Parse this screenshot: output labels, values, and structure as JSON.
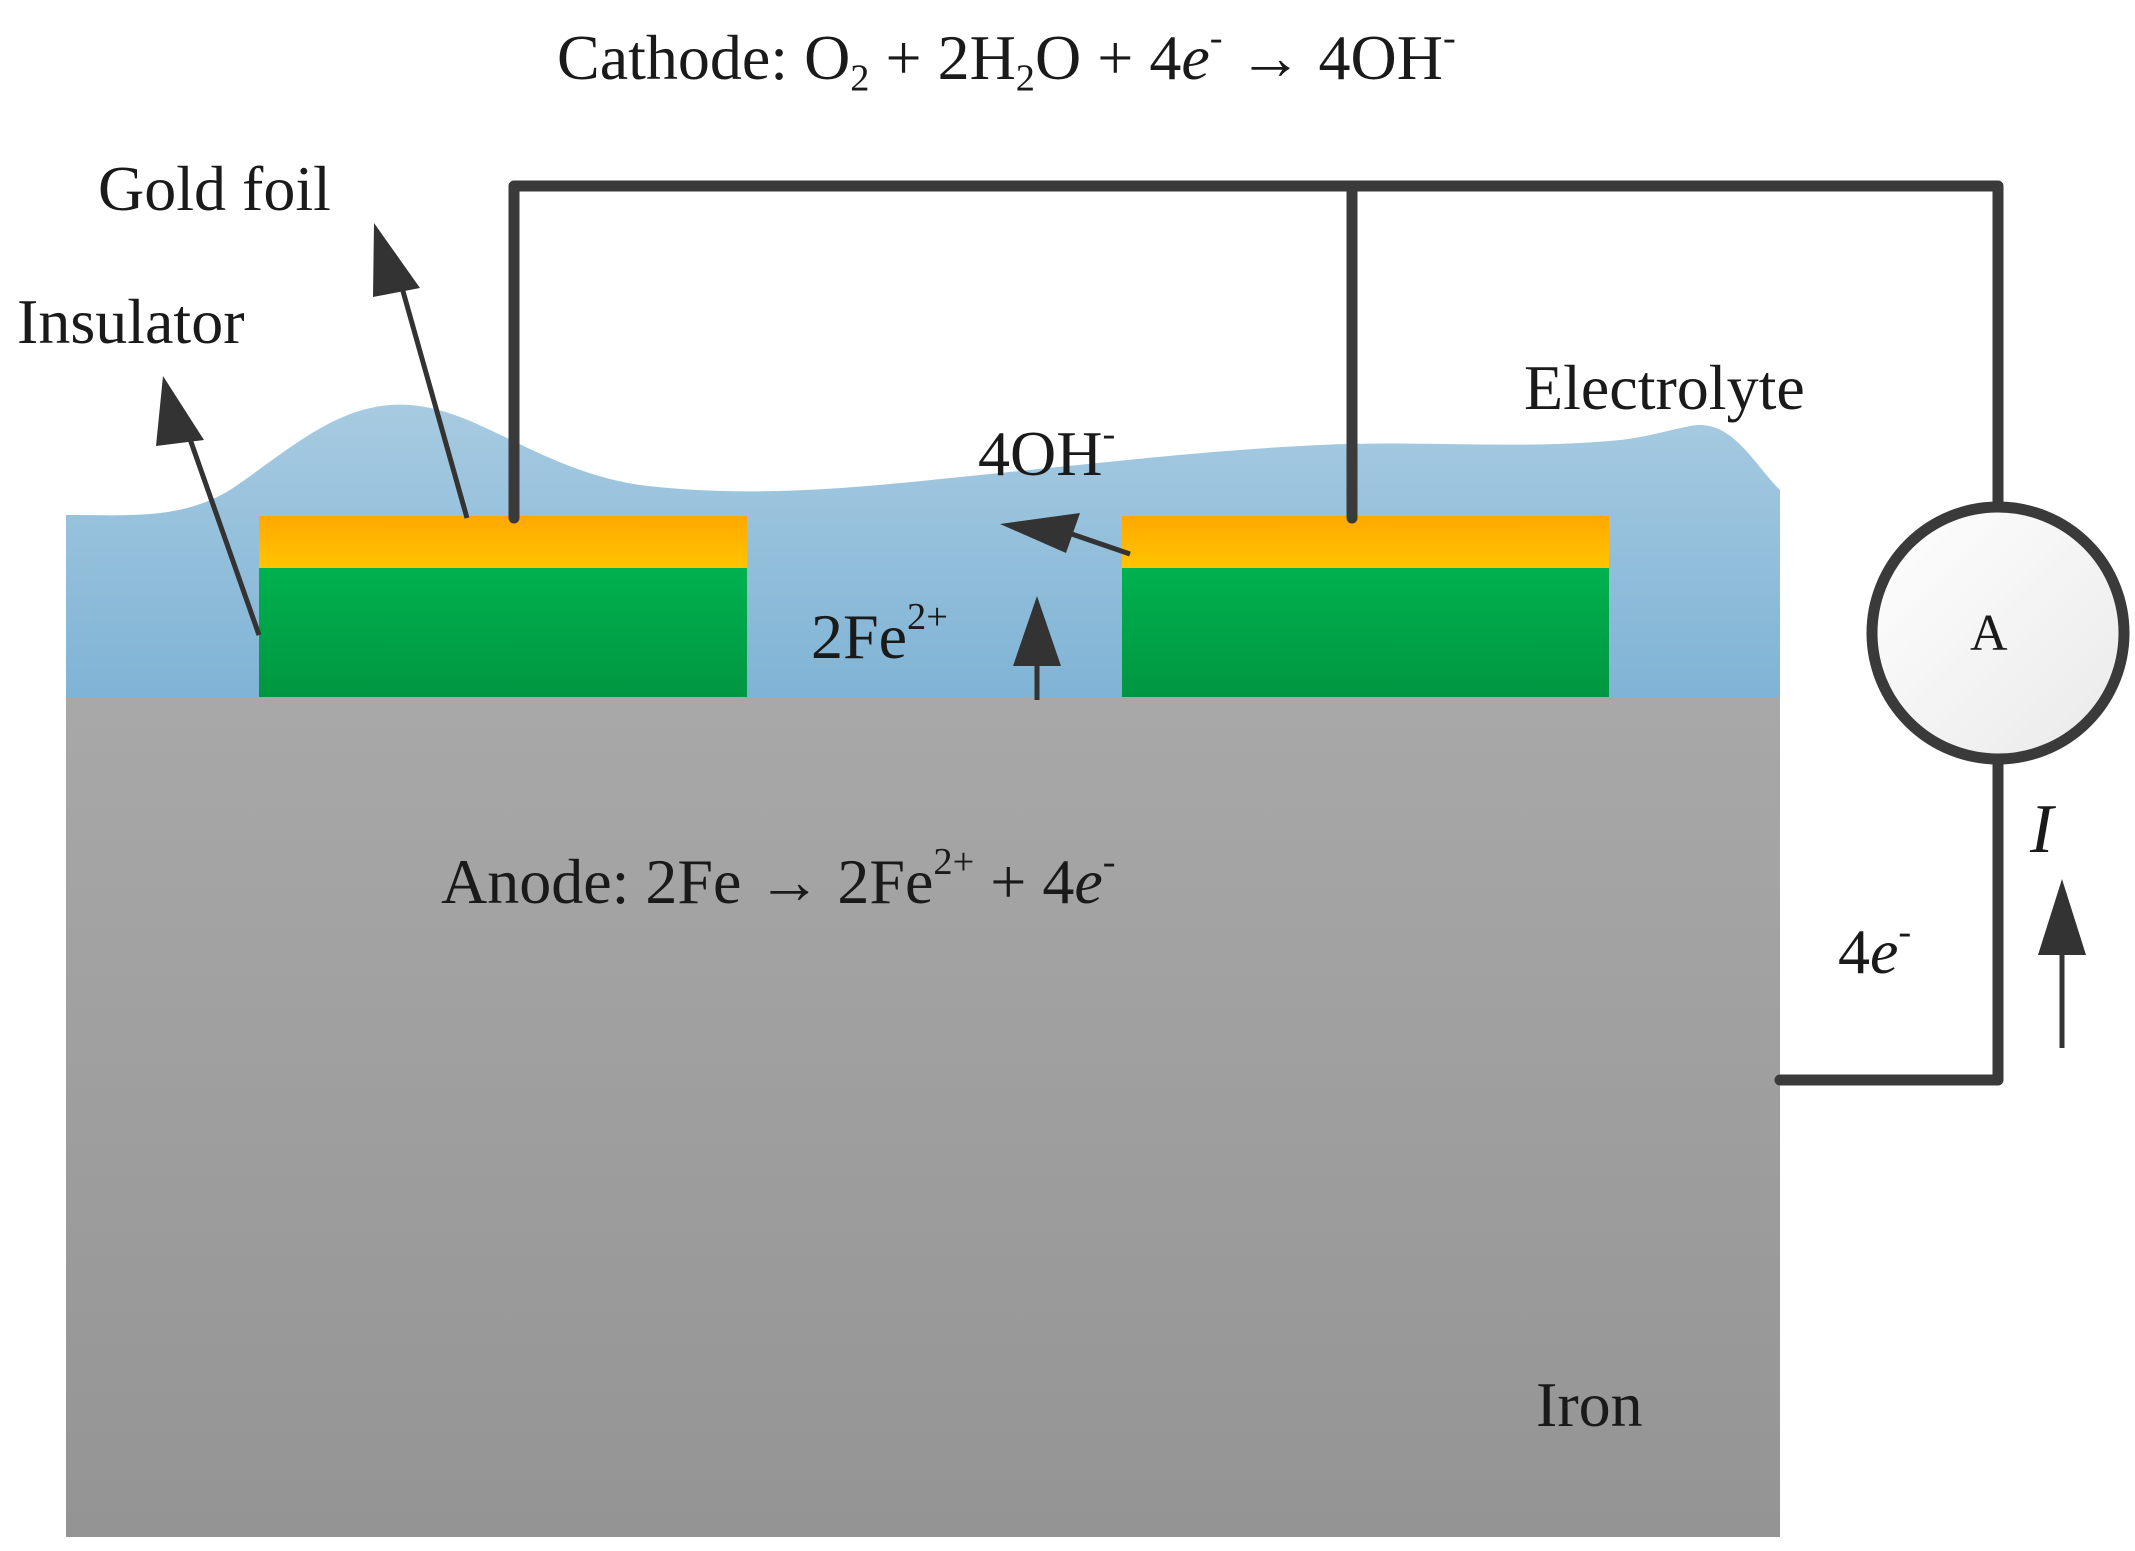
{
  "labels": {
    "gold_foil": "Gold foil",
    "insulator": "Insulator",
    "electrolyte": "Electrolyte",
    "iron": "Iron",
    "ammeter": "A",
    "current": "I"
  },
  "equations": {
    "cathode": {
      "prefix": "Cathode: O",
      "o2_sub": "2",
      "mid1": " + 2H",
      "h2o_sub": "2",
      "mid2": "O + 4",
      "e": "e",
      "e_sup": "-",
      "arrow": " → 4OH",
      "oh_sup": "-"
    },
    "anode": {
      "prefix": "Anode: 2Fe → 2Fe",
      "fe_sup": "2+",
      "mid": " + 4",
      "e": "e",
      "e_sup": "-"
    },
    "hydroxide": {
      "text": "4OH",
      "sup": "-"
    },
    "ferrous": {
      "text": "2Fe",
      "sup": "2+"
    },
    "electrons": {
      "num": "4",
      "e": "e",
      "sup": "-"
    }
  },
  "colors": {
    "electrolyte_top": "#a7cbe1",
    "electrolyte_bottom": "#7fb3d5",
    "iron_top": "#a6a6a6",
    "iron_bottom": "#959595",
    "gold": "#ffc000",
    "gold_dark": "#ffa200",
    "insulator_top": "#00b04f",
    "insulator_bottom": "#009a44",
    "wire": "#3a3a3a"
  }
}
